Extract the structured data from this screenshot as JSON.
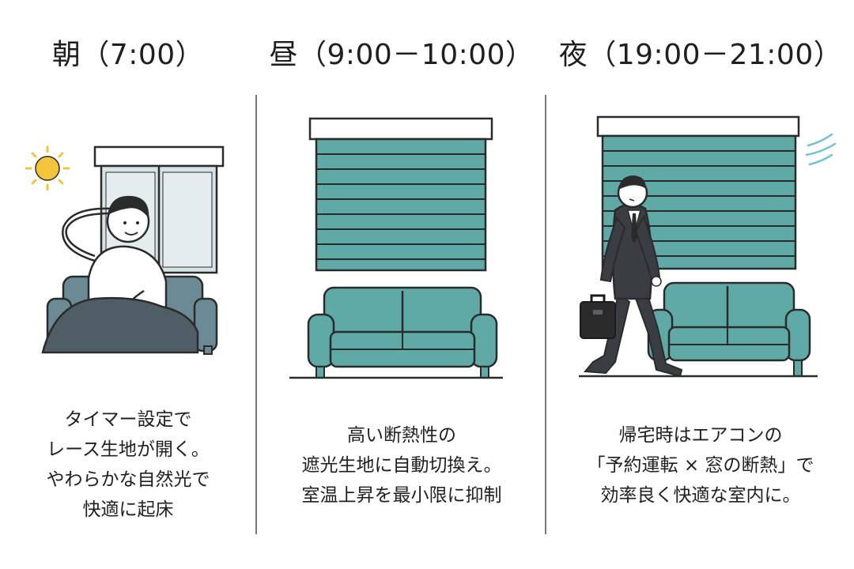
{
  "panels": [
    {
      "title": "朝（7:00）",
      "caption": [
        "タイマー設定で",
        "レース生地が開く。",
        "やわらかな自然光で",
        "快適に起床"
      ]
    },
    {
      "title": "昼（9:00－10:00）",
      "caption": [
        "高い断熱性の",
        "遮光生地に自動切換え。",
        "室温上昇を最小限に抑制"
      ]
    },
    {
      "title": "夜（19:00－21:00）",
      "caption": [
        "帰宅時はエアコンの",
        "「予約運転 × 窓の断熱」で",
        "効率良く快適な室内に。"
      ]
    }
  ],
  "colors": {
    "teal": "#5fa9a6",
    "teal_light": "#7fbdba",
    "outline": "#2b2b2b",
    "sun": "#f3c53a",
    "blanket": "#4f5e66",
    "suit": "#3a3d42",
    "window_glass": "#d7e3e5"
  },
  "icons": [
    "sun-icon",
    "window-icon",
    "roller-blind-icon",
    "sofa-icon",
    "person-waking-icon",
    "businessman-icon",
    "briefcase-icon",
    "airflow-icon"
  ]
}
